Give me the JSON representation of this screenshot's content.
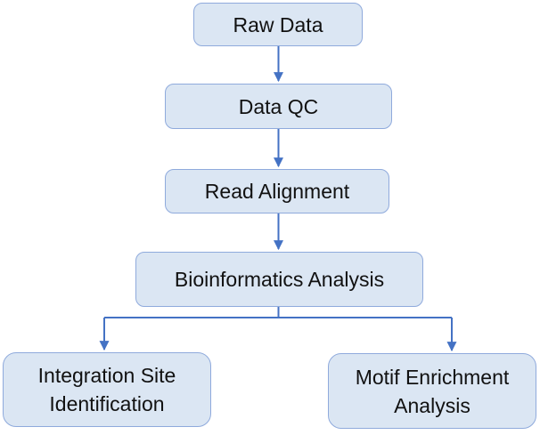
{
  "diagram": {
    "type": "flowchart",
    "colors": {
      "background": "#ffffff",
      "node_fill": "#dbe6f3",
      "node_border": "#8faadc",
      "connector": "#4472c4",
      "text": "#111111"
    },
    "nodes": {
      "raw_data": {
        "label": "Raw Data"
      },
      "data_qc": {
        "label": "Data QC"
      },
      "read_alignment": {
        "label": "Read Alignment"
      },
      "bioinformatics": {
        "label": "Bioinformatics Analysis"
      },
      "integration_site": {
        "lines": [
          "Integration Site",
          "Identification"
        ]
      },
      "motif_enrichment": {
        "lines": [
          "Motif Enrichment",
          "Analysis"
        ]
      }
    },
    "edges": [
      {
        "from": "Raw Data",
        "to": "Data QC"
      },
      {
        "from": "Data QC",
        "to": "Read Alignment"
      },
      {
        "from": "Read Alignment",
        "to": "Bioinformatics Analysis"
      },
      {
        "from": "Bioinformatics Analysis",
        "to": "Integration Site Identification"
      },
      {
        "from": "Bioinformatics Analysis",
        "to": "Motif Enrichment Analysis"
      }
    ]
  }
}
